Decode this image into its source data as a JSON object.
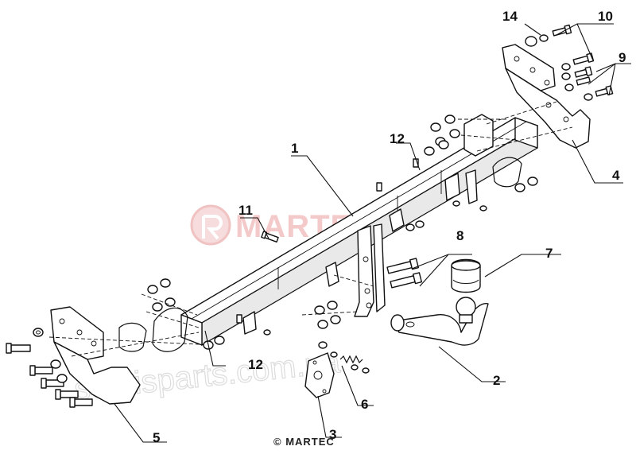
{
  "watermarks": {
    "brand": "MARTEC",
    "site": "servisparts.com.ua"
  },
  "copyright": "© MARTEC",
  "callouts": [
    {
      "id": "c1",
      "label": "1"
    },
    {
      "id": "c2",
      "label": "2"
    },
    {
      "id": "c3",
      "label": "3"
    },
    {
      "id": "c4",
      "label": "4"
    },
    {
      "id": "c5",
      "label": "5"
    },
    {
      "id": "c6",
      "label": "6"
    },
    {
      "id": "c7",
      "label": "7"
    },
    {
      "id": "c8",
      "label": "8"
    },
    {
      "id": "c9",
      "label": "9"
    },
    {
      "id": "c10",
      "label": "10"
    },
    {
      "id": "c11",
      "label": "11"
    },
    {
      "id": "c12a",
      "label": "12"
    },
    {
      "id": "c12b",
      "label": "12"
    },
    {
      "id": "c14",
      "label": "14"
    }
  ],
  "colors": {
    "line": "#111111",
    "brand_watermark": "#f3c9c9",
    "site_watermark": "#dcdcdc"
  }
}
